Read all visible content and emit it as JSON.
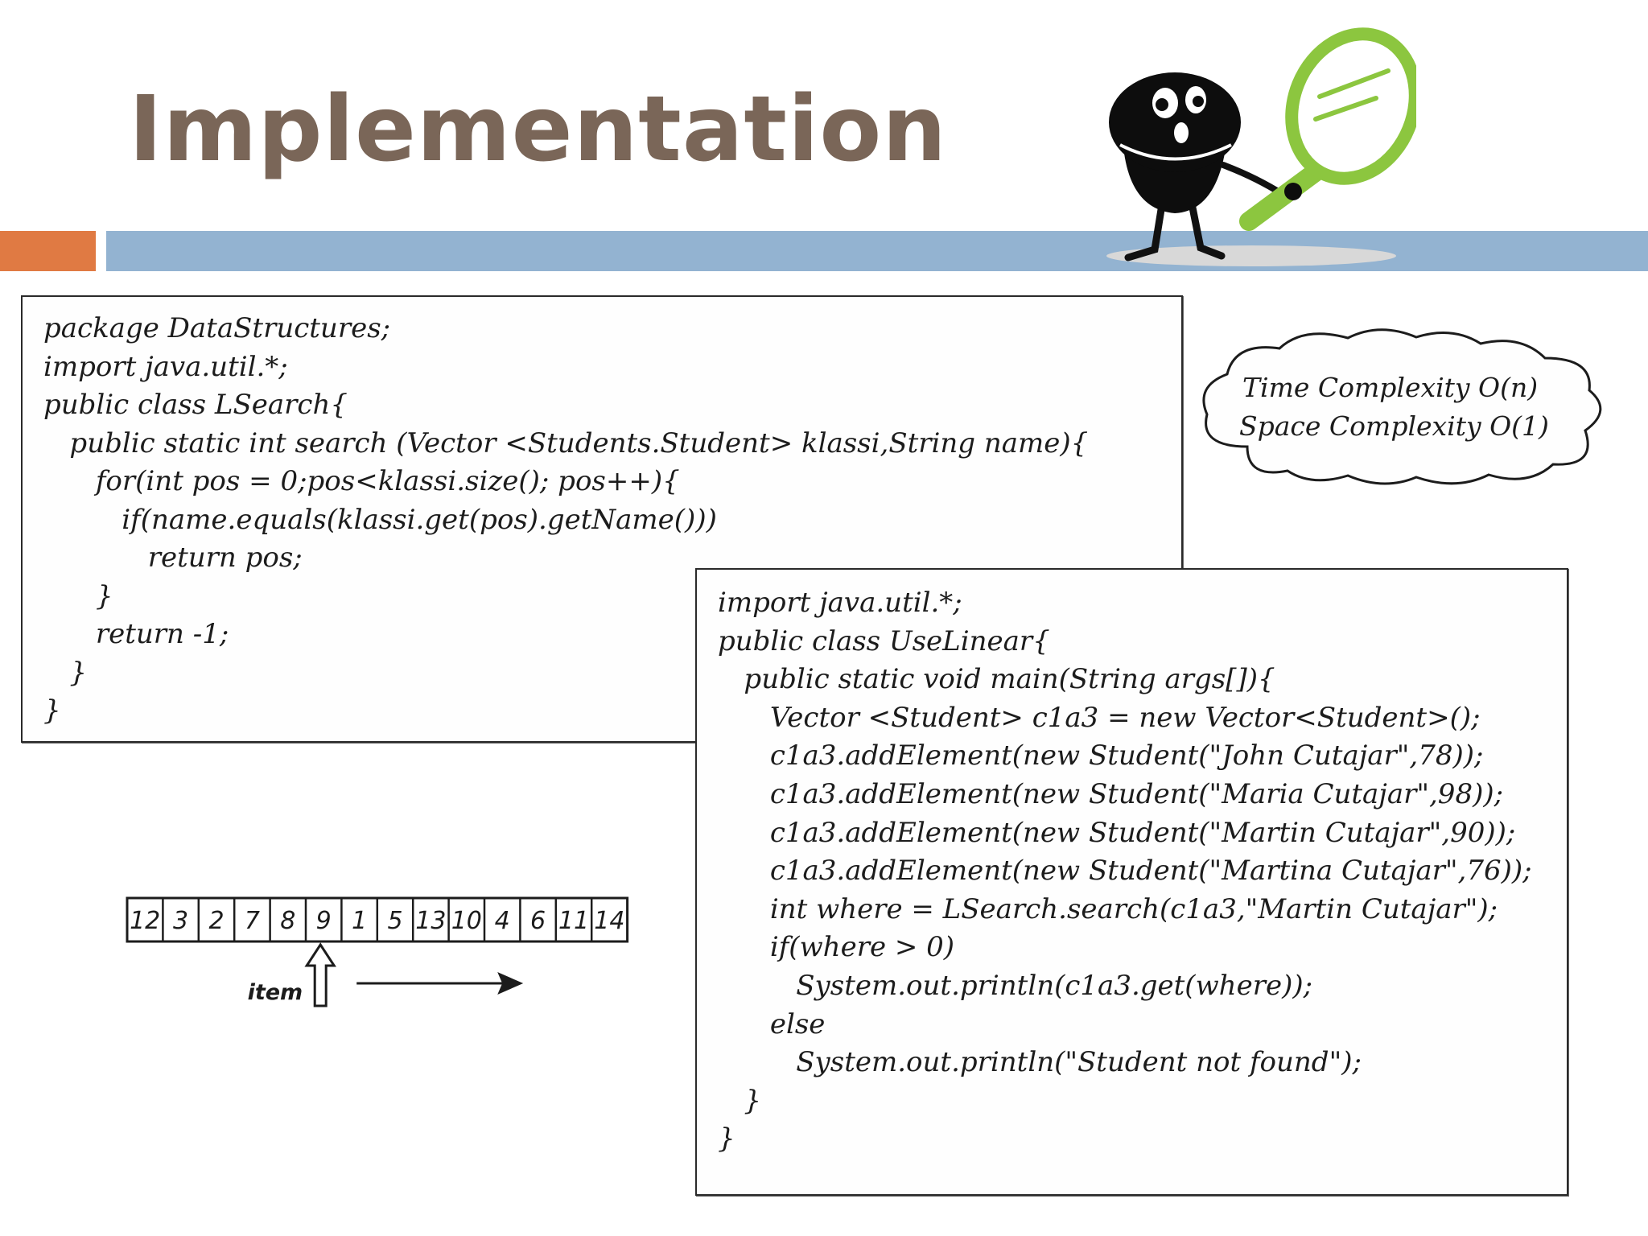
{
  "slide": {
    "title": "Implementation",
    "colors": {
      "title": "#7a6658",
      "accent_bar": "#e07a43",
      "main_bar": "#93b3d1",
      "magnifier": "#8cc63f"
    }
  },
  "illustration": {
    "name": "mascot-with-magnifying-glass"
  },
  "left_code": {
    "lines": [
      "package DataStructures;",
      "import java.util.*;",
      "public class LSearch{",
      "   public static int search (Vector <Students.Student> klassi,String name){",
      "      for(int pos = 0;pos<klassi.size(); pos++){",
      "         if(name.equals(klassi.get(pos).getName()))",
      "            return pos;",
      "      }",
      "      return -1;",
      "   }",
      "}"
    ]
  },
  "complexity_cloud": {
    "time": "Time Complexity O(n)",
    "space": "Space Complexity O(1)"
  },
  "right_code": {
    "lines": [
      "import java.util.*;",
      "public class UseLinear{",
      "   public static void main(String args[]){",
      "      Vector <Student> c1a3 = new Vector<Student>();",
      "      c1a3.addElement(new Student(\"John Cutajar\",78));",
      "      c1a3.addElement(new Student(\"Maria Cutajar\",98));",
      "      c1a3.addElement(new Student(\"Martin Cutajar\",90));",
      "      c1a3.addElement(new Student(\"Martina Cutajar\",76));",
      "      int where = LSearch.search(c1a3,\"Martin Cutajar\");",
      "      if(where > 0)",
      "         System.out.println(c1a3.get(where));",
      "      else",
      "         System.out.println(\"Student not found\");",
      "   }",
      "}"
    ]
  },
  "array_diagram": {
    "cells": [
      "12",
      "3",
      "2",
      "7",
      "8",
      "9",
      "1",
      "5",
      "13",
      "10",
      "4",
      "6",
      "11",
      "14"
    ],
    "pointer_index": 5,
    "pointer_label": "item"
  }
}
